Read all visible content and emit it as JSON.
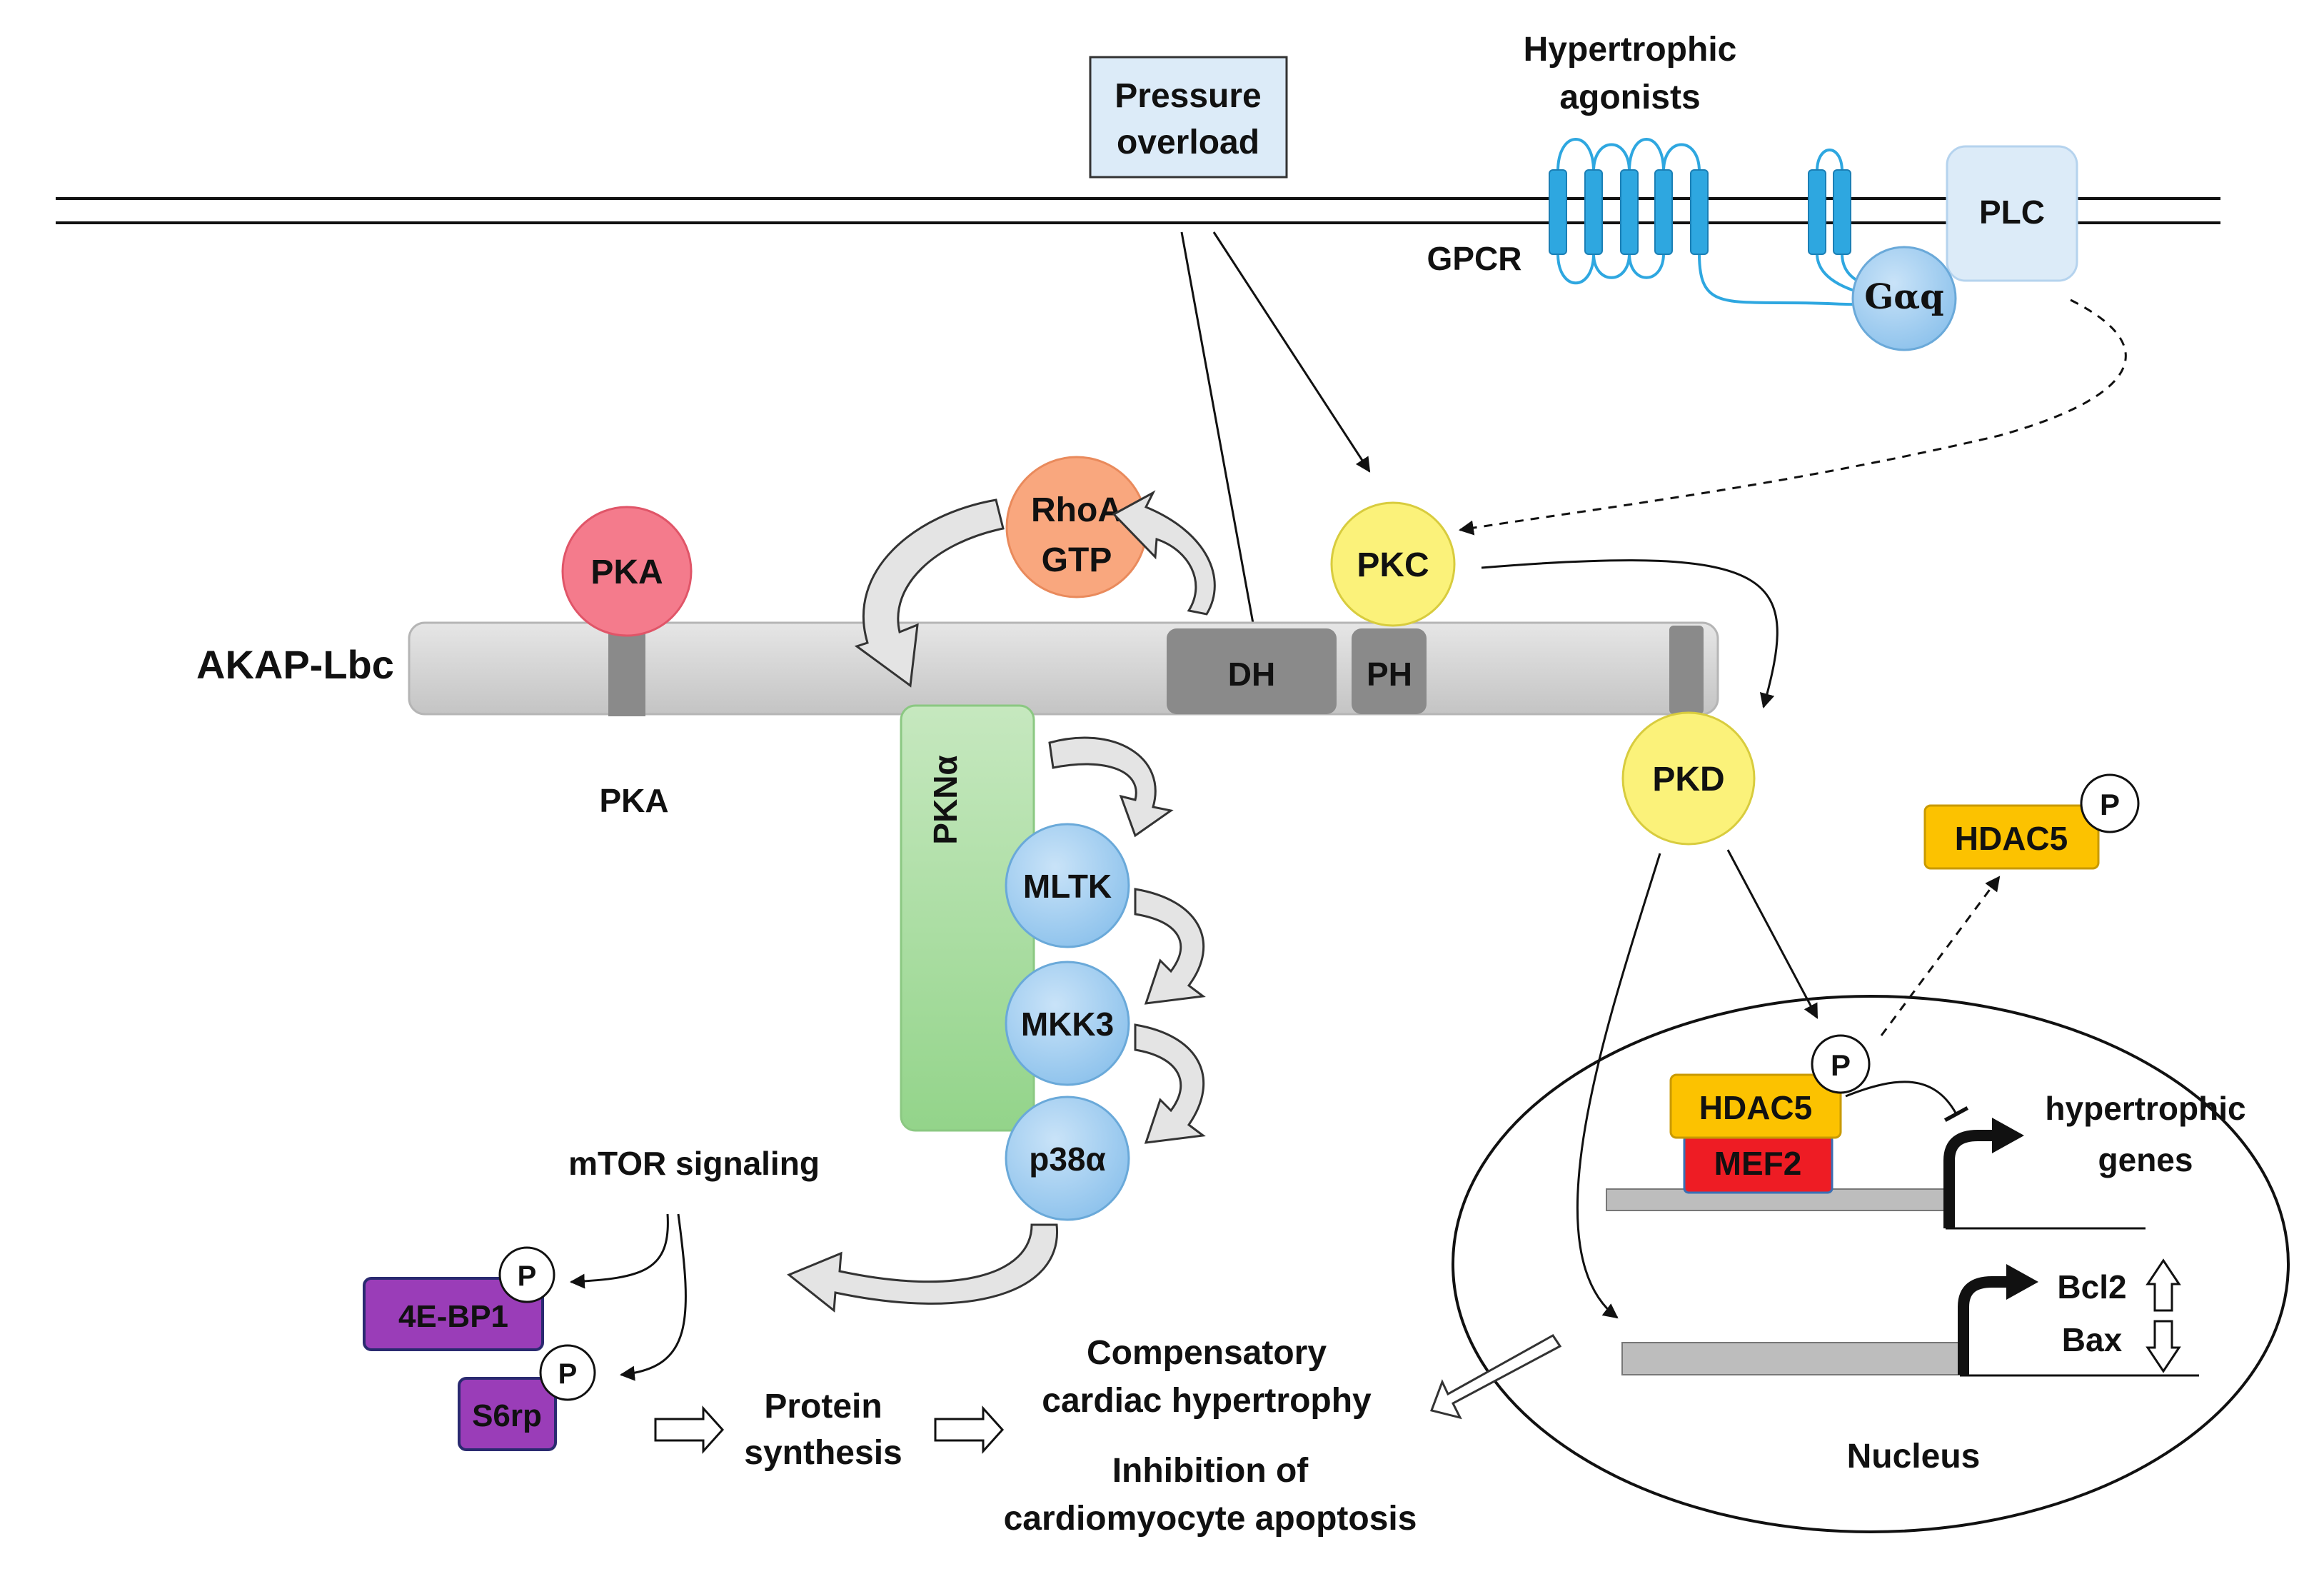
{
  "labels": {
    "pressure_overload": [
      "Pressure",
      "overload"
    ],
    "hypertrophic_agonists": [
      "Hypertrophic",
      "agonists"
    ],
    "gpcr": "GPCR",
    "plc": "PLC",
    "gaq": "Gαq",
    "akap_lbc": "AKAP-Lbc",
    "pka_node": "PKA",
    "pka_caption": "PKA",
    "rhoa": [
      "RhoA",
      "GTP"
    ],
    "pkc": "PKC",
    "dh": "DH",
    "ph": "PH",
    "pknalpha": "PKNα",
    "mltk": "MLTK",
    "mkk3": "MKK3",
    "p38a": "p38α",
    "pkd": "PKD",
    "hdac5_cyto": "HDAC5",
    "hdac5_nuc": "HDAC5",
    "mef2": "MEF2",
    "phospho": "P",
    "hypertrophic_genes": [
      "hypertrophic",
      "genes"
    ],
    "bcl2": "Bcl2",
    "bax": "Bax",
    "nucleus": "Nucleus",
    "mtor": "mTOR signaling",
    "fourebp1": "4E-BP1",
    "s6rp": "S6rp",
    "protein_synthesis": [
      "Protein",
      "synthesis"
    ],
    "compensatory": [
      "Compensatory",
      "cardiac hypertrophy"
    ],
    "inhibition": [
      "Inhibition of",
      "cardiomyocyte apoptosis"
    ]
  },
  "colors": {
    "pka": "#f47b8c",
    "rhoa": "#f9a77e",
    "pkc_pkd": "#fbf27a",
    "kinase_blue": "#9ecbf0",
    "pknalpha_green": "#a9dca0",
    "hdac5_orange": "#fcc200",
    "mef2_red": "#ee1c24",
    "purple": "#9a3db8",
    "plc_box": "#dcebf8",
    "gpcr_blue": "#2ea7e0",
    "akap_bar": "#d6d6d6",
    "domain_gray": "#8a8a8a"
  }
}
